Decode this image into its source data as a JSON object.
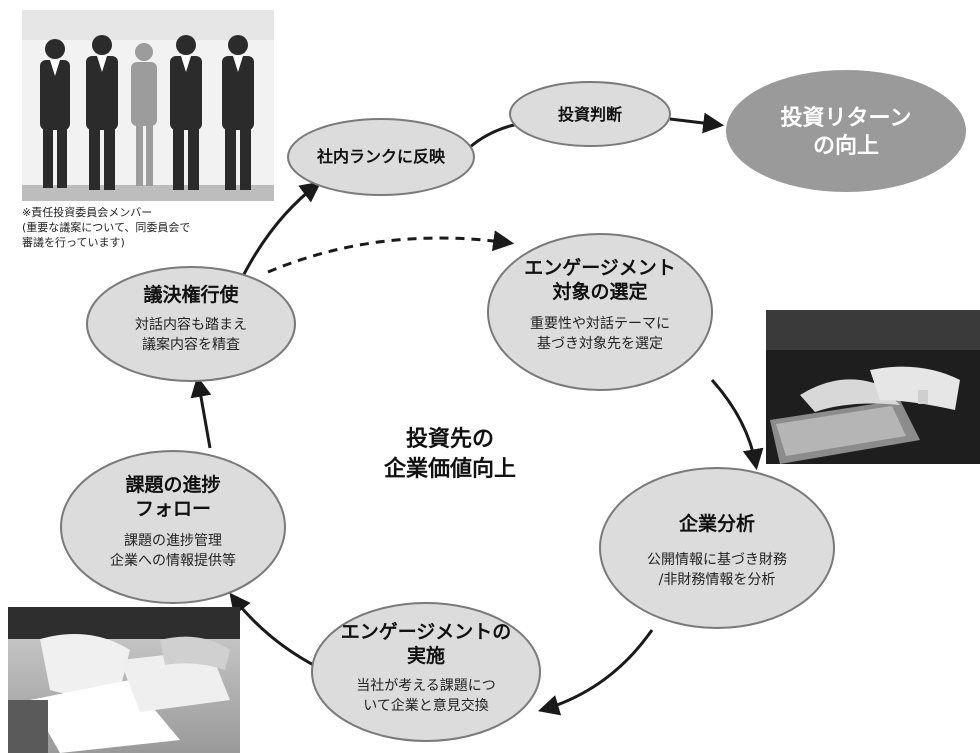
{
  "center": {
    "line1": "投資先の",
    "line2": "企業価値向上"
  },
  "cycle_nodes": {
    "selection": {
      "title1": "エンゲージメント",
      "title2": "対象の選定",
      "desc1": "重要性や対話テーマに",
      "desc2": "基づき対象先を選定"
    },
    "analysis": {
      "title1": "企業分析",
      "desc1": "公開情報に基づき財務",
      "desc2": "/非財務情報を分析"
    },
    "implementation": {
      "title1": "エンゲージメントの",
      "title2": "実施",
      "desc1": "当社が考える課題につ",
      "desc2": "いて企業と意見交換"
    },
    "followup": {
      "title1": "課題の進捗",
      "title2": "フォロー",
      "desc1": "課題の進捗管理",
      "desc2": "企業への情報提供等"
    },
    "voting": {
      "title1": "議決権行使",
      "desc1": "対話内容も踏まえ",
      "desc2": "議案内容を精査"
    }
  },
  "top_flow": {
    "rank": "社内ランクに反映",
    "judgement": "投資判断",
    "return_line1": "投資リターン",
    "return_line2": "の向上"
  },
  "photo_caption": {
    "line1": "※責任投資委員会メンバー",
    "line2": "(重要な議案について、同委員会で",
    "line3": "審議を行っています)"
  },
  "colors": {
    "node_fill": "#dcdcdc",
    "node_stroke": "#7a7a7a",
    "return_fill": "#9a9a9a",
    "arrow": "#1a1a1a"
  }
}
